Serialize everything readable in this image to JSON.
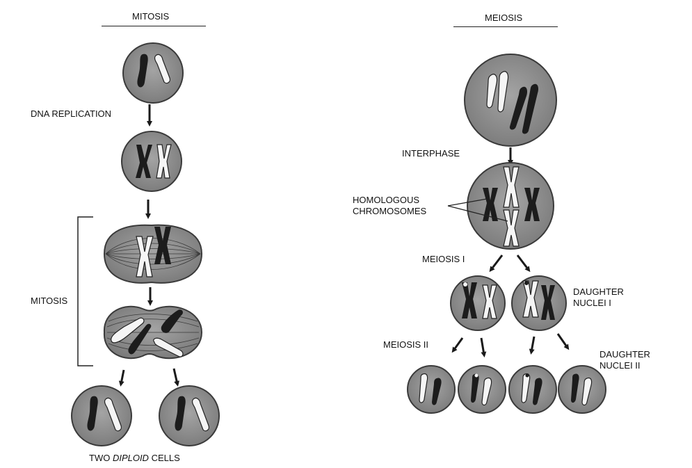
{
  "mitosis": {
    "title": "MITOSIS",
    "dna_replication": "DNA REPLICATION",
    "bracket_label": "MITOSIS",
    "result_prefix": "TWO ",
    "result_italic": "DIPLOID",
    "result_suffix": " CELLS"
  },
  "meiosis": {
    "title": "MEIOSIS",
    "interphase": "INTERPHASE",
    "homologous": "HOMOLOGOUS CHROMOSOMES",
    "meiosis_1": "MEIOSIS I",
    "daughter_1": "DAUGHTER NUCLEI I",
    "meiosis_2": "MEIOSIS II",
    "daughter_2": "DAUGHTER NUCLEI II"
  },
  "colors": {
    "cell_fill": "#8e8e8e",
    "cell_stroke": "#3a3a3a",
    "chrom_dark": "#1c1c1c",
    "chrom_light": "#f5f5f5",
    "arrow": "#1a1a1a"
  }
}
